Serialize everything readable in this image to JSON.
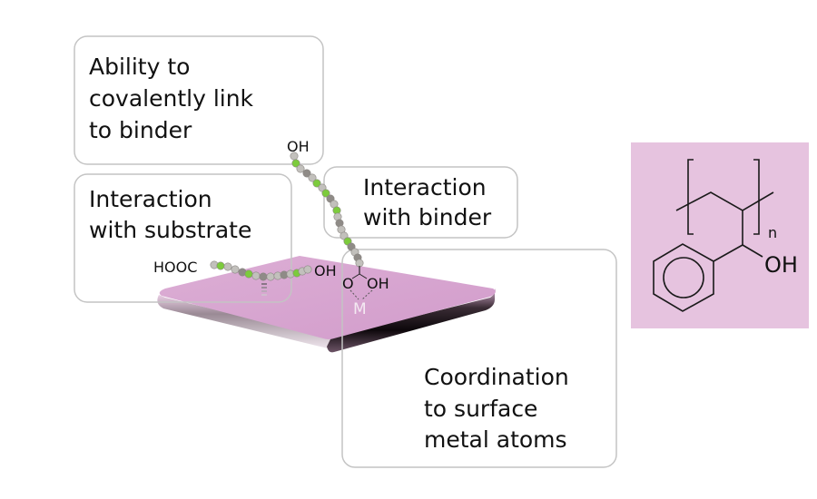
{
  "callouts": {
    "covalent": {
      "lines": [
        "Ability to",
        "covalently link",
        "to binder"
      ]
    },
    "substrate": {
      "lines": [
        "Interaction",
        "with substrate"
      ]
    },
    "binder": {
      "lines": [
        "Interaction",
        "with binder"
      ]
    },
    "coordination": {
      "lines": [
        "Coordination",
        "to surface",
        "metal atoms"
      ]
    }
  },
  "molecule_labels": {
    "top_oh": "OH",
    "hooc": "HOOC",
    "chain_oh": "OH",
    "carboxyl_o": "O",
    "carboxyl_oh": "OH",
    "metal": "M"
  },
  "structure": {
    "subscript": "n",
    "hydroxyl": "OH"
  },
  "colors": {
    "plate_top": "#d7a4cf",
    "structure_bg": "#e6c3df",
    "bead_light": "#c2c0bc",
    "bead_dark": "#8f8b87",
    "bead_green": "#7ccb3c",
    "box_border": "#c4c4c4"
  }
}
